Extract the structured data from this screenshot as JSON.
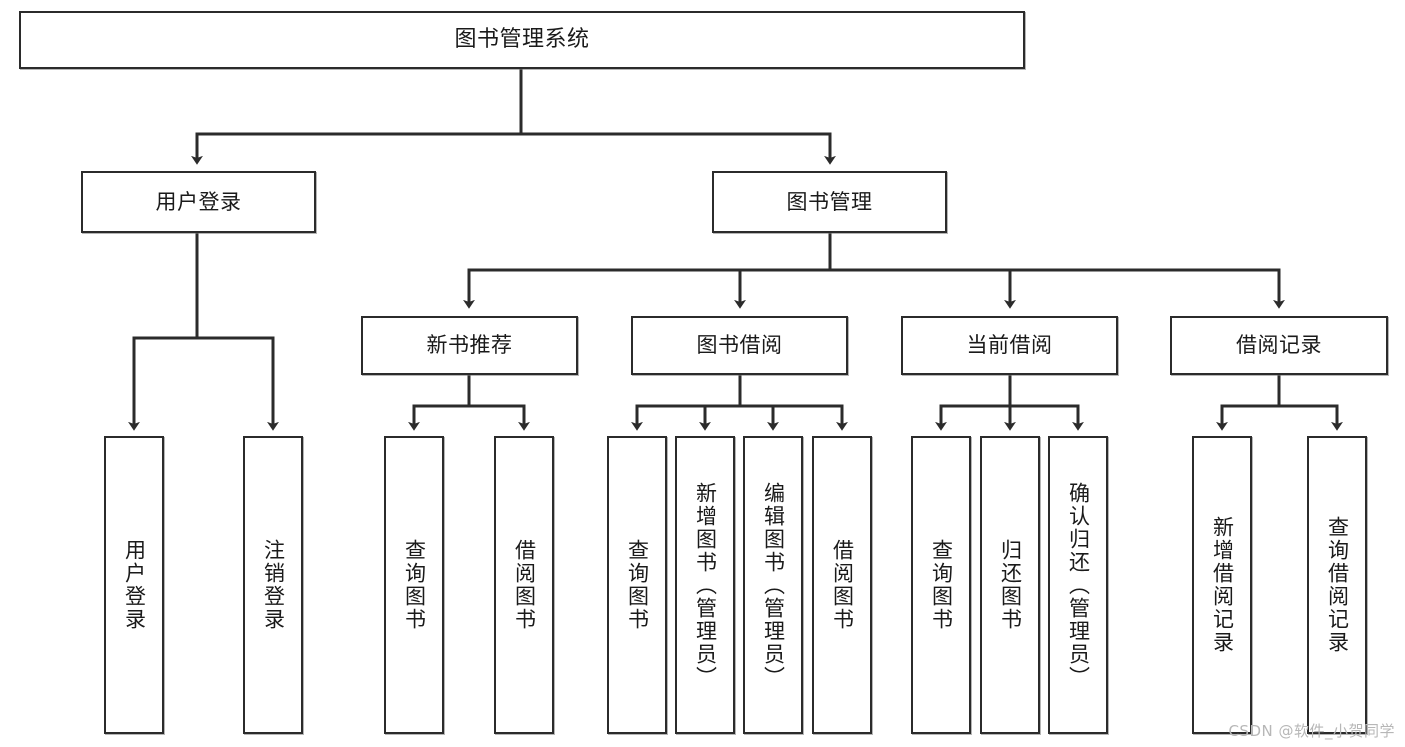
{
  "diagram": {
    "title": "图书管理系统",
    "type": "tree-hierarchy",
    "watermark": "CSDN @软件_小贺同学",
    "colors": {
      "box_border": "#2b2b2b",
      "box_fill": "#ffffff",
      "edge": "#2b2b2b",
      "watermark": "#b7b7b7"
    },
    "nodes": {
      "root": "图书管理系统",
      "level1": [
        "用户登录",
        "图书管理"
      ],
      "level2": [
        "新书推荐",
        "图书借阅",
        "当前借阅",
        "借阅记录"
      ],
      "leaves": {
        "user_login": [
          "用户登录",
          "注销登录"
        ],
        "new_book_recommend": [
          "查询图书",
          "借阅图书"
        ],
        "book_borrow": [
          "查询图书",
          "新增图书（管理员）",
          "编辑图书（管理员）",
          "借阅图书"
        ],
        "current_borrow": [
          "查询图书",
          "归还图书",
          "确认归还（管理员）"
        ],
        "borrow_record": [
          "新增借阅记录",
          "查询借阅记录"
        ]
      }
    }
  }
}
